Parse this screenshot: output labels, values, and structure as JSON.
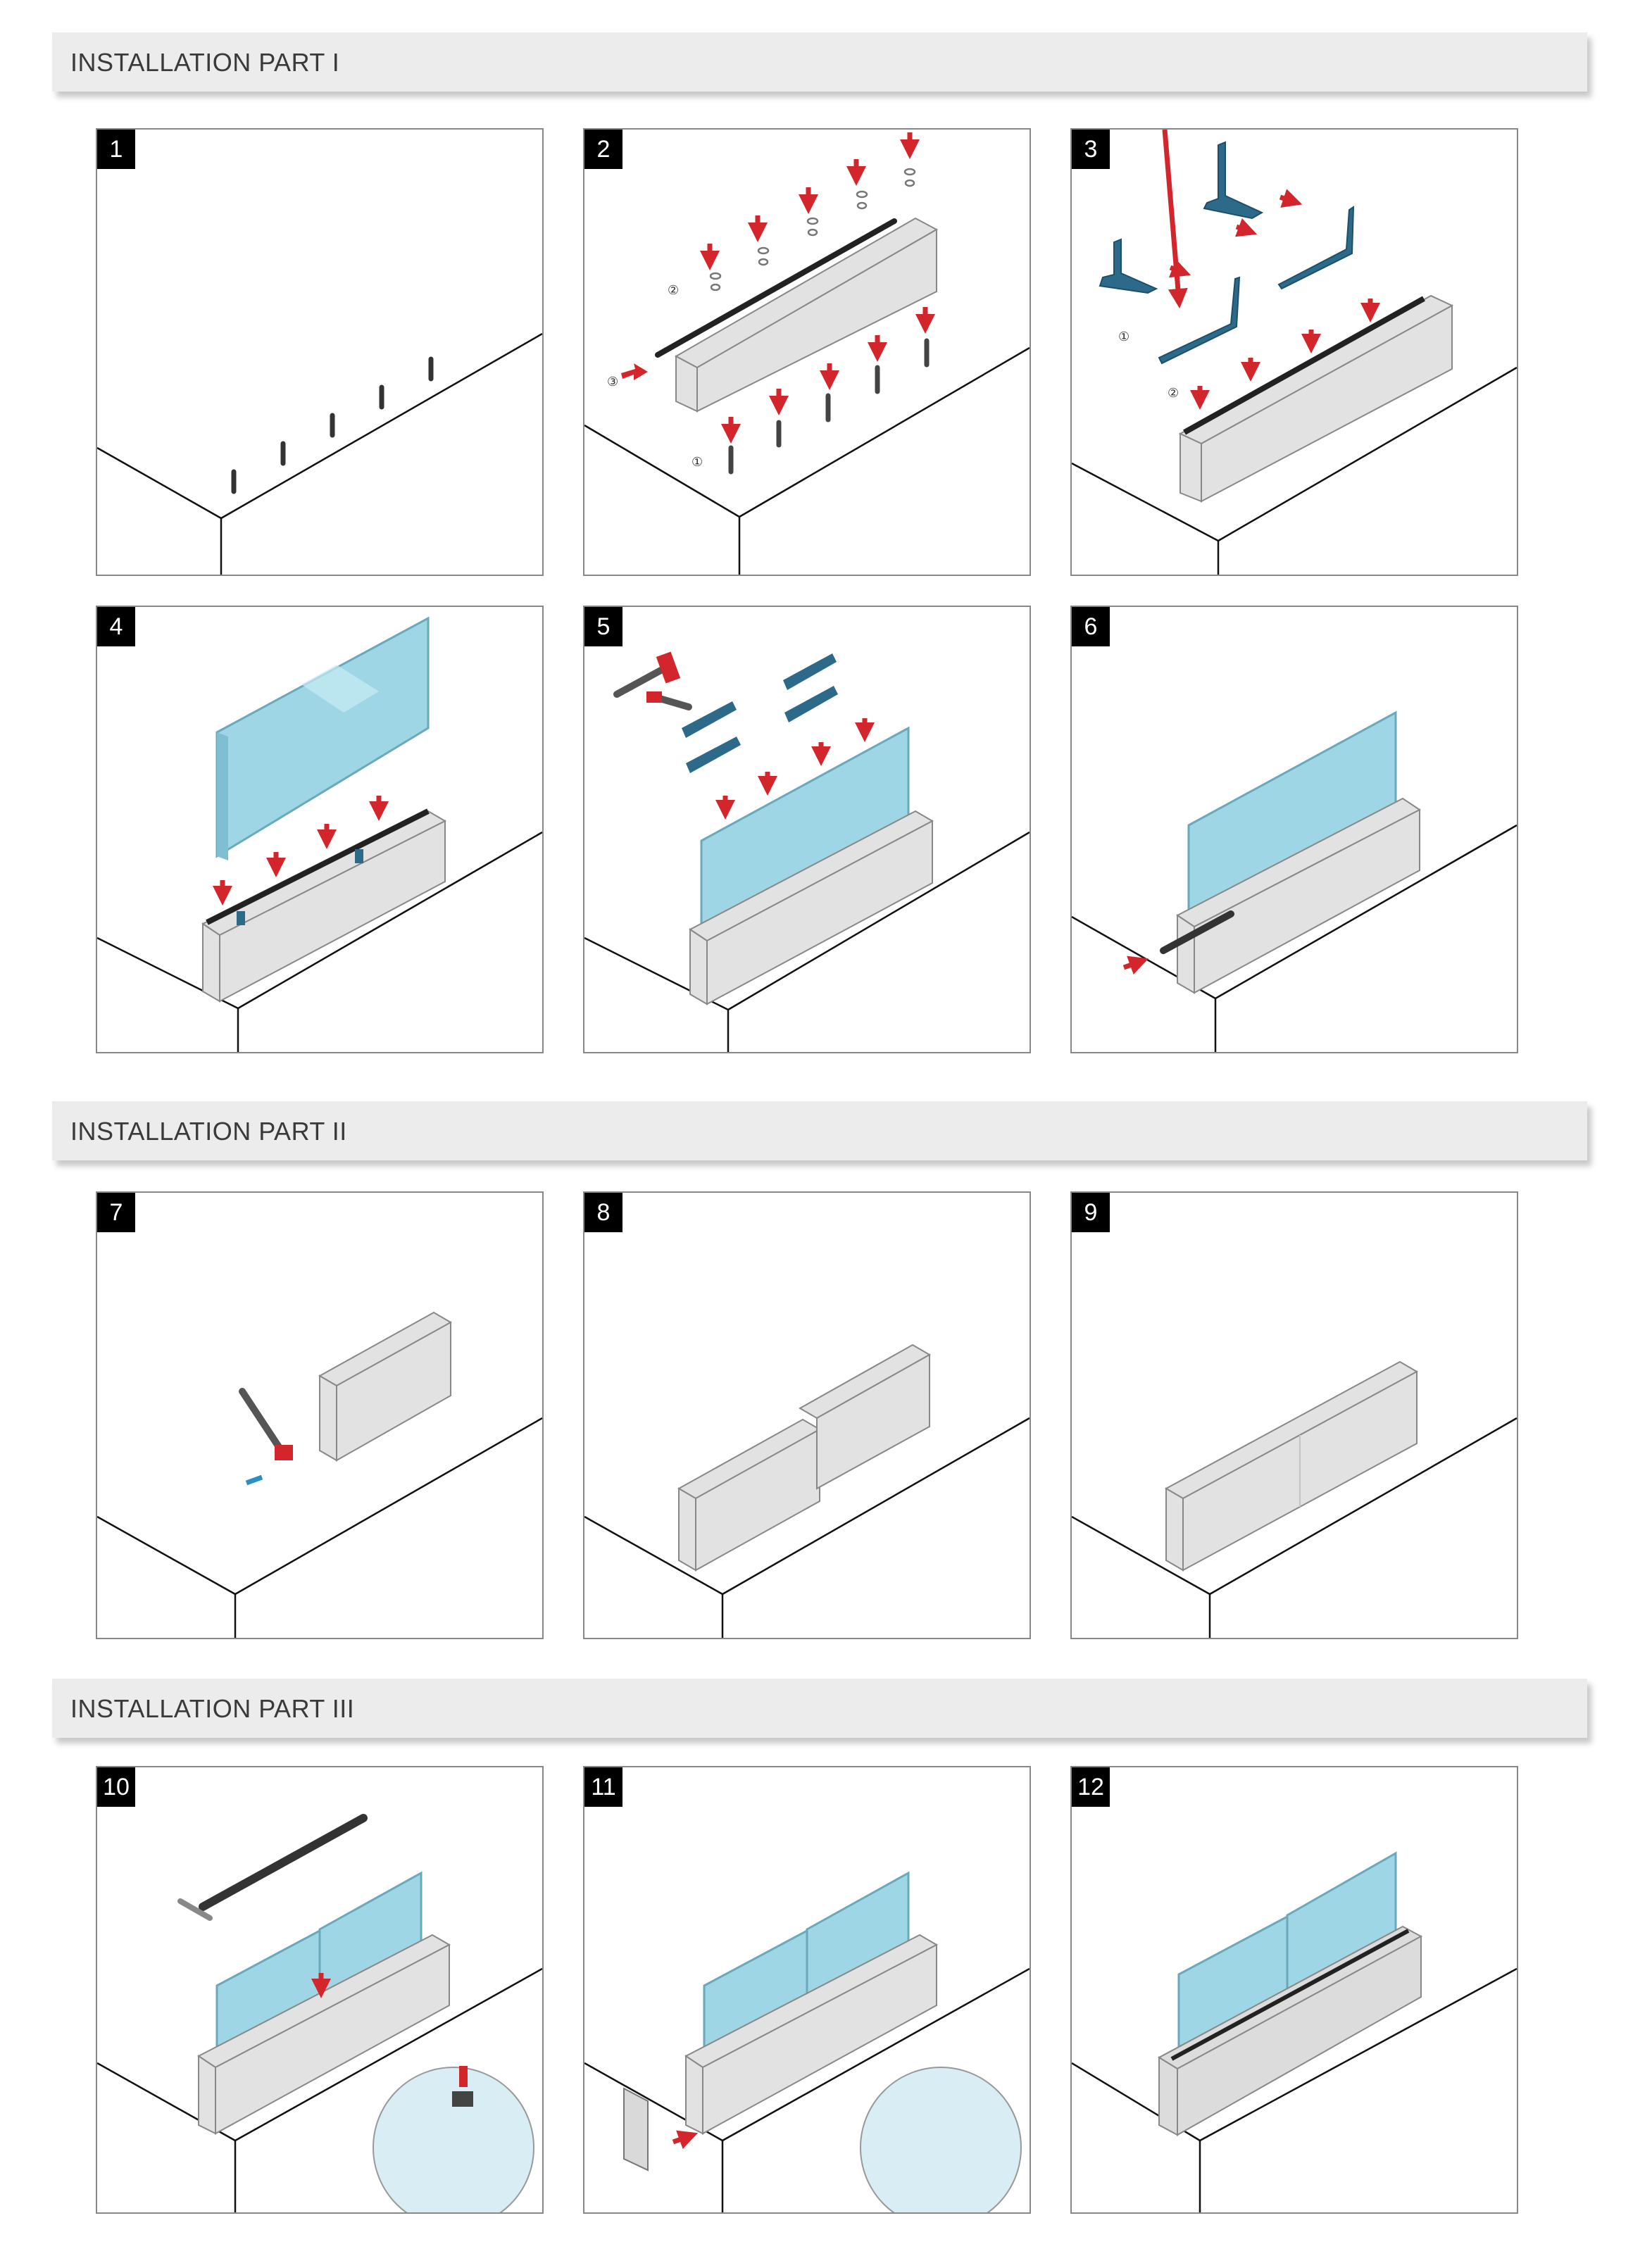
{
  "sections": [
    {
      "title": "INSTALLATION PART I"
    },
    {
      "title": "INSTALLATION PART II"
    },
    {
      "title": "INSTALLATION PART III"
    }
  ],
  "steps": [
    {
      "number": "1",
      "description": "anchor bolts on edge"
    },
    {
      "number": "2",
      "description": "base profile placed on anchors with washers and nuts",
      "callouts": [
        "①",
        "②",
        "③"
      ]
    },
    {
      "number": "3",
      "description": "blue setting blocks inserted into profile",
      "callouts": [
        "①",
        "②"
      ]
    },
    {
      "number": "4",
      "description": "glass panel lowered into base profile"
    },
    {
      "number": "5",
      "description": "wedges tapped in with mallet"
    },
    {
      "number": "6",
      "description": "locking rod inserted"
    },
    {
      "number": "7",
      "description": "profile joined using hammer"
    },
    {
      "number": "8",
      "description": "two profiles aligned"
    },
    {
      "number": "9",
      "description": "profiles joined flush"
    },
    {
      "number": "10",
      "description": "top gasket inserted with roller tool, detail view"
    },
    {
      "number": "11",
      "description": "end cap fitted, detail view"
    },
    {
      "number": "12",
      "description": "finished balustrade with cladding"
    }
  ],
  "colors": {
    "arrow": "#d3262c",
    "block": "#2d6a8a",
    "glass": "#8fcfe0",
    "profile": "#d9d9d9",
    "header": "#ececec"
  }
}
